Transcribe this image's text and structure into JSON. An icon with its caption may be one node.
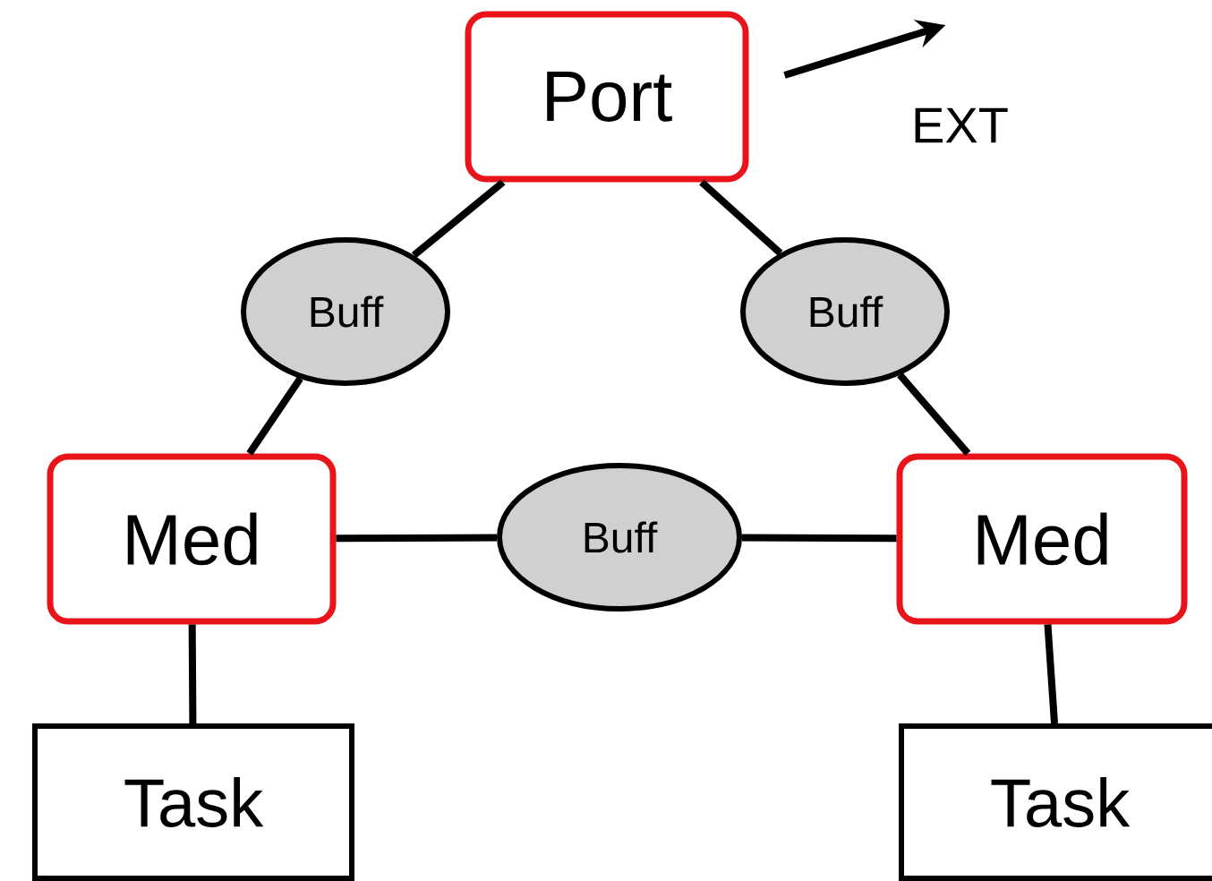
{
  "diagram": {
    "nodes": [
      {
        "text": [
          "Port"
        ]
      },
      {
        "text": [
          "Buff"
        ]
      },
      {
        "text": [
          "Buff"
        ]
      },
      {
        "text": [
          "Med"
        ]
      },
      {
        "text": [
          "Buff"
        ]
      },
      {
        "text": [
          "Med"
        ]
      },
      {
        "text": [
          "Task"
        ]
      },
      {
        "text": [
          "Task"
        ]
      }
    ],
    "edges": [
      {
        "from": 0,
        "to": 1,
        "arrow": "none"
      },
      {
        "from": 1,
        "to": 3,
        "arrow": "none"
      },
      {
        "from": 0,
        "to": 2,
        "arrow": "none"
      },
      {
        "from": 2,
        "to": 5,
        "arrow": "none"
      },
      {
        "from": 3,
        "to": 4,
        "arrow": "none"
      },
      {
        "from": 4,
        "to": 5,
        "arrow": "none"
      },
      {
        "from": 3,
        "to": 6,
        "arrow": "none"
      },
      {
        "from": 5,
        "to": 7,
        "arrow": "none"
      },
      {
        "from": 0,
        "to": null,
        "arrow": "to",
        "label": "EXT"
      }
    ]
  }
}
